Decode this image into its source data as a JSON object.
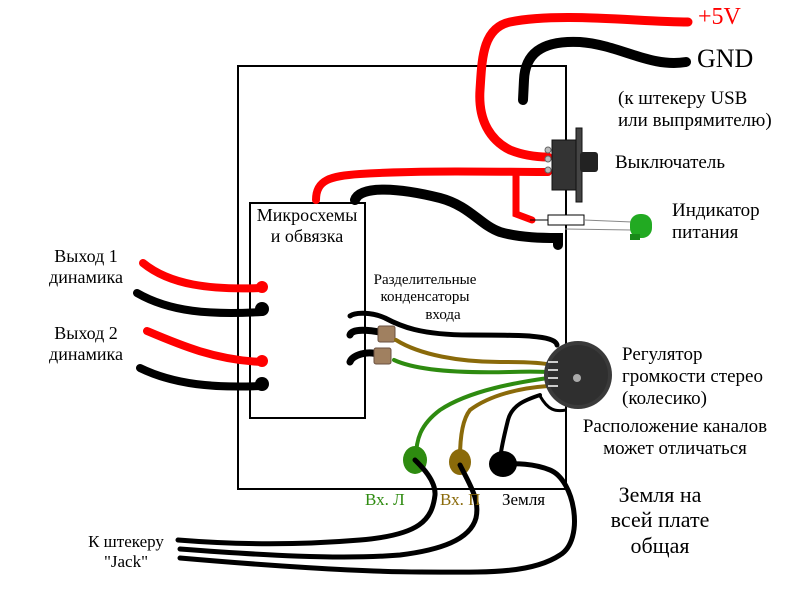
{
  "colors": {
    "power": "#ff0000",
    "ground": "#000000",
    "left_channel": "#2e8b10",
    "right_channel": "#8a6a0a",
    "led": "#22aa22",
    "knob": "#3a3a3a",
    "board_outline": "#000000"
  },
  "labels": {
    "plus5v": "+5V",
    "gnd": "GND",
    "usb_note": [
      "(к штекеру USB",
      "или выпрямителю)"
    ],
    "switch": "Выключатель",
    "power_indicator": [
      "Индикатор",
      "питания"
    ],
    "chips": [
      "Микросхемы",
      "и обвязка"
    ],
    "output1": [
      "Выход 1",
      "динамика"
    ],
    "output2": [
      "Выход 2",
      "динамика"
    ],
    "capacitors": [
      "Разделительные",
      "конденсаторы",
      "входа"
    ],
    "volume": [
      "Регулятор",
      "громкости стерео",
      "(колесико)"
    ],
    "channel_note": [
      "Расположение каналов",
      "может отличаться"
    ],
    "input_left": "Вх. Л",
    "input_right": "Вх. П",
    "ground_label": "Земля",
    "common_ground": [
      "Земля на",
      "всей плате",
      "общая"
    ],
    "jack": [
      "К штекеру",
      "\"Jack\""
    ]
  },
  "components": [
    {
      "name": "slide-switch",
      "label_ref": "switch"
    },
    {
      "name": "led",
      "label_ref": "power_indicator"
    },
    {
      "name": "resistor"
    },
    {
      "name": "capacitor-left"
    },
    {
      "name": "capacitor-right"
    },
    {
      "name": "volume-potentiometer",
      "label_ref": "volume"
    }
  ]
}
